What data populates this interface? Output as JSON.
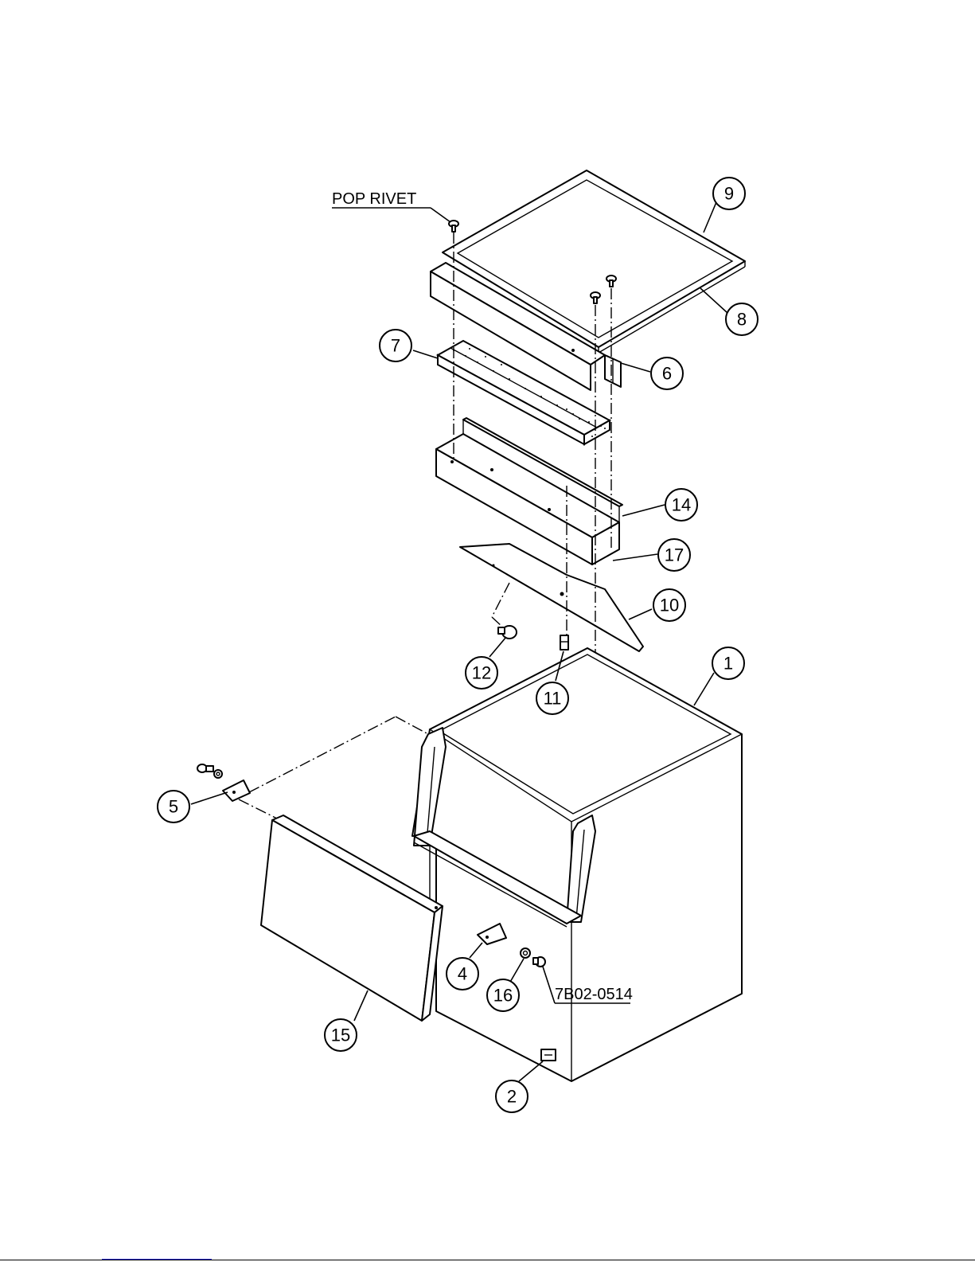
{
  "labels": {
    "pop_rivet": "POP RIVET",
    "part_code": "7B02-0514"
  },
  "callouts": {
    "c1": "1",
    "c2": "2",
    "c4": "4",
    "c5": "5",
    "c6": "6",
    "c7": "7",
    "c8": "8",
    "c9": "9",
    "c10": "10",
    "c11": "11",
    "c12": "12",
    "c14": "14",
    "c15": "15",
    "c16": "16",
    "c17": "17"
  }
}
